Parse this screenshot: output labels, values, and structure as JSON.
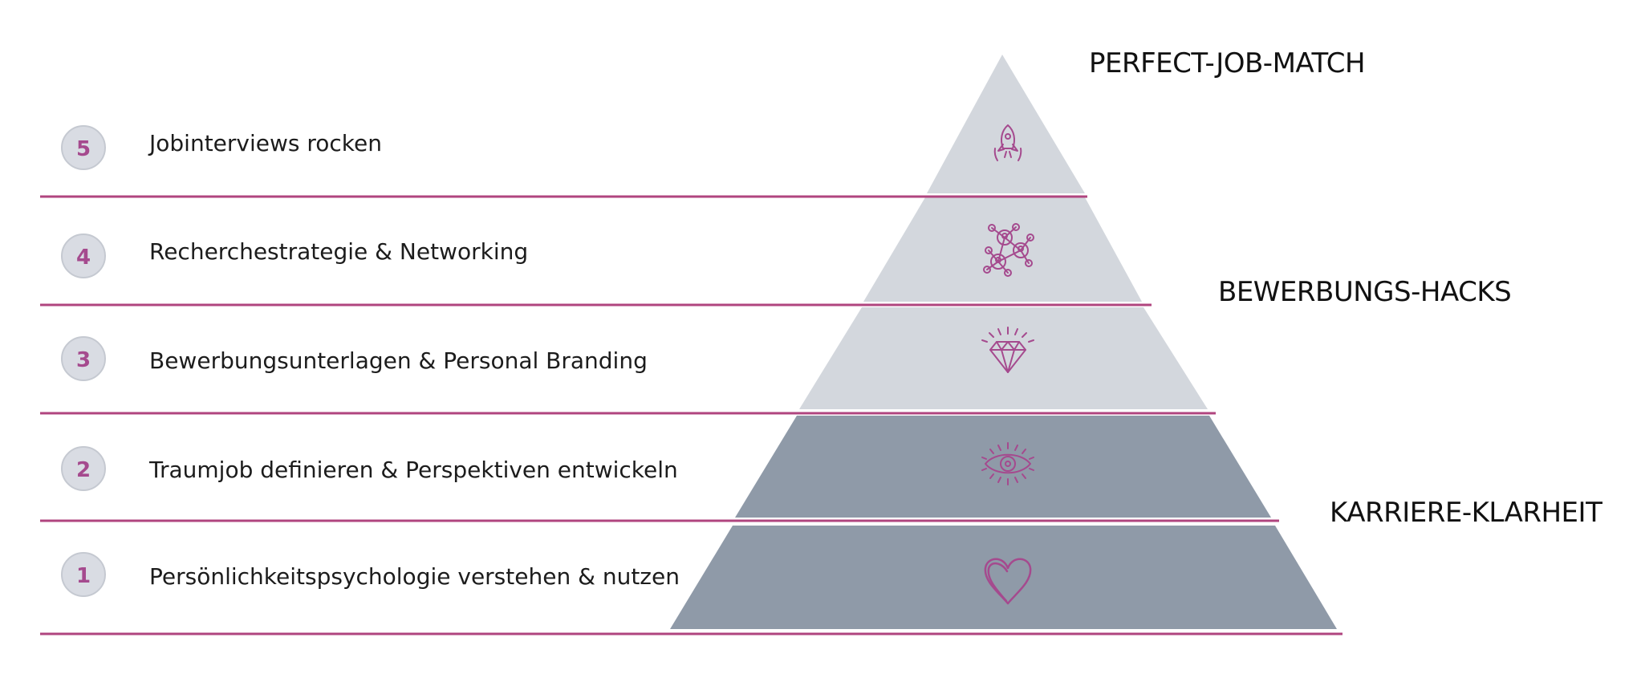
{
  "colors": {
    "line": "#b0457f",
    "badge_fill": "#d9dce3",
    "badge_border": "#c5c9d1",
    "badge_text": "#a54a8e",
    "pyramid_light": "#d3d7dd",
    "pyramid_dark": "#8f9aa8",
    "icon": "#a54a8e"
  },
  "levels": [
    {
      "number": "5",
      "label": "Jobinterviews rocken",
      "icon": "rocket-icon",
      "shade": "light"
    },
    {
      "number": "4",
      "label": "Recherchestrategie & Networking",
      "icon": "network-icon",
      "shade": "light"
    },
    {
      "number": "3",
      "label": "Bewerbungsunterlagen & Personal Branding",
      "icon": "diamond-icon",
      "shade": "light"
    },
    {
      "number": "2",
      "label": "Traumjob definieren & Perspektiven entwickeln",
      "icon": "eye-icon",
      "shade": "dark"
    },
    {
      "number": "1",
      "label": "Persönlichkeitspsychologie verstehen & nutzen",
      "icon": "heart-icon",
      "shade": "dark"
    }
  ],
  "tiers": [
    {
      "label": "PERFECT-JOB-MATCH"
    },
    {
      "label": "BEWERBUNGS-HACKS"
    },
    {
      "label": "KARRIERE-KLARHEIT"
    }
  ]
}
